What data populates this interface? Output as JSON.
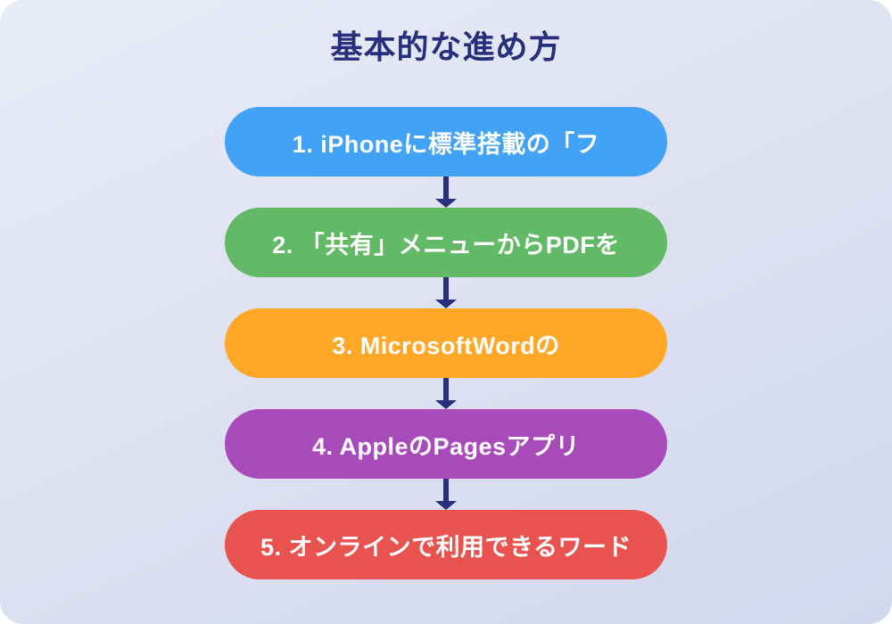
{
  "title": "基本的な進め方",
  "colors": {
    "background_top": "#E9EBF6",
    "background_bottom": "#D2D7ED",
    "title": "#272F7D",
    "arrow": "#28307E",
    "step_text": "#FFFFFF"
  },
  "steps": [
    {
      "label": "1. iPhoneに標準搭載の「フ",
      "color": "#42A2F5"
    },
    {
      "label": "2. 「共有」メニューからPDFを",
      "color": "#62B966"
    },
    {
      "label": "3. MicrosoftWordの",
      "color": "#FFA726"
    },
    {
      "label": "4. AppleのPagesアプリ",
      "color": "#A94ABB"
    },
    {
      "label": "5. オンラインで利用できるワード",
      "color": "#E9534F"
    }
  ]
}
